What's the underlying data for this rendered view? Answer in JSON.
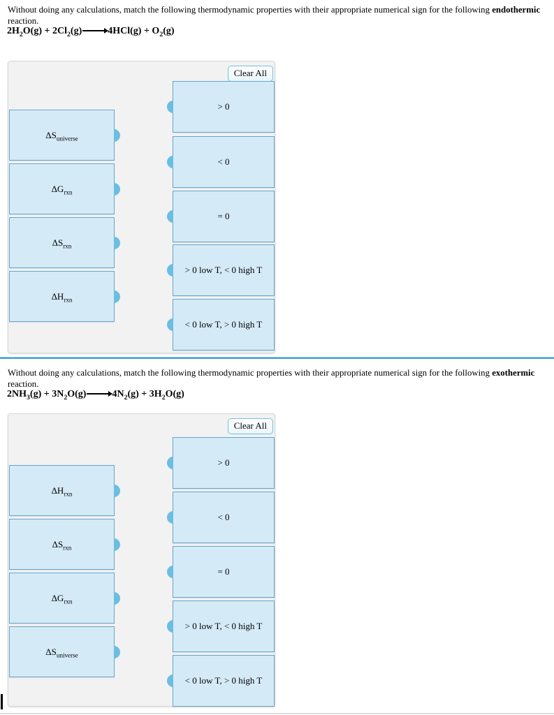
{
  "colors": {
    "box_fill": "#d5eaf7",
    "box_border": "#64a7ca",
    "connector": "#6cbde2",
    "panel_bg": "#f2f2f3",
    "panel_border": "#d9d9d9",
    "divider": "#4aa0d5",
    "button_border": "#79bede"
  },
  "questions": [
    {
      "prompt_prefix": "Without doing any calculations, match the following thermodynamic properties with their appropriate numerical sign for the following ",
      "prompt_bold": "endothermic",
      "prompt_suffix": " reaction.",
      "reaction": [
        {
          "t": "2H"
        },
        {
          "t": "2",
          "sub": true
        },
        {
          "t": "O(g) + 2Cl"
        },
        {
          "t": "2",
          "sub": true
        },
        {
          "t": "(g)"
        },
        {
          "arrow": true
        },
        {
          "t": "4HCl(g) + O"
        },
        {
          "t": "2",
          "sub": true
        },
        {
          "t": "(g)"
        }
      ],
      "clear_all_label": "Clear All",
      "left_items": [
        {
          "name": "delta-S-universe",
          "segments": [
            {
              "t": "ΔS"
            },
            {
              "t": "universe",
              "sub": true
            }
          ]
        },
        {
          "name": "delta-G-rxn",
          "segments": [
            {
              "t": "ΔG"
            },
            {
              "t": "rxn",
              "sub": true
            }
          ]
        },
        {
          "name": "delta-S-rxn",
          "segments": [
            {
              "t": "ΔS"
            },
            {
              "t": "rxn",
              "sub": true
            }
          ]
        },
        {
          "name": "delta-H-rxn",
          "segments": [
            {
              "t": "ΔH"
            },
            {
              "t": "rxn",
              "sub": true
            }
          ]
        }
      ],
      "right_items": [
        "> 0",
        "< 0",
        "= 0",
        "> 0 low T, < 0 high T",
        "< 0 low T, > 0 high T"
      ]
    },
    {
      "prompt_prefix": "Without doing any calculations, match the following thermodynamic properties with their appropriate numerical sign for the following ",
      "prompt_bold": "exothermic",
      "prompt_suffix": " reaction.",
      "reaction": [
        {
          "t": "2NH"
        },
        {
          "t": "3",
          "sub": true
        },
        {
          "t": "(g) + 3N"
        },
        {
          "t": "2",
          "sub": true
        },
        {
          "t": "O(g)"
        },
        {
          "arrow": true
        },
        {
          "t": "4N"
        },
        {
          "t": "2",
          "sub": true
        },
        {
          "t": "(g) + 3H"
        },
        {
          "t": "2",
          "sub": true
        },
        {
          "t": "O(g)"
        }
      ],
      "clear_all_label": "Clear All",
      "left_items": [
        {
          "name": "delta-H-rxn",
          "segments": [
            {
              "t": "ΔH"
            },
            {
              "t": "rxn",
              "sub": true
            }
          ]
        },
        {
          "name": "delta-S-rxn",
          "segments": [
            {
              "t": "ΔS"
            },
            {
              "t": "rxn",
              "sub": true
            }
          ]
        },
        {
          "name": "delta-G-rxn",
          "segments": [
            {
              "t": "ΔG"
            },
            {
              "t": "rxn",
              "sub": true
            }
          ]
        },
        {
          "name": "delta-S-universe",
          "segments": [
            {
              "t": "ΔS"
            },
            {
              "t": "universe",
              "sub": true
            }
          ]
        }
      ],
      "right_items": [
        "> 0",
        "< 0",
        "= 0",
        "> 0 low T, < 0 high T",
        "< 0 low T, > 0 high T"
      ]
    }
  ]
}
